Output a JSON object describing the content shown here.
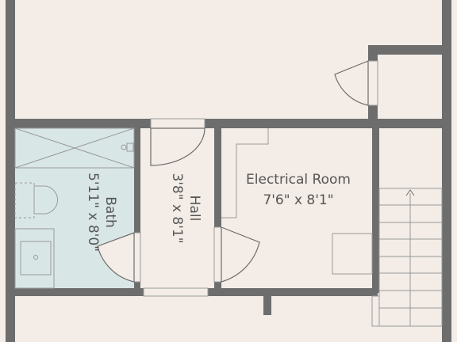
{
  "colors": {
    "floor": "#f3ece7",
    "bath_floor": "#d9e6e6",
    "wall": "#6d6d6d",
    "fixture_line": "#9a9a9a",
    "label": "#555555"
  },
  "rooms": {
    "electrical": {
      "name": "Electrical Room",
      "dims": "7'6\" x 8'1\""
    },
    "hall": {
      "name": "Hall",
      "dims": "3'8\" x 8'1\""
    },
    "bath": {
      "name": "Bath",
      "dims": "5'11\" x 8'0\""
    }
  },
  "icons": {
    "stair_arrow": "arrow-up-icon",
    "toilet": "toilet-icon",
    "sink": "sink-icon",
    "shower": "shower-icon"
  }
}
